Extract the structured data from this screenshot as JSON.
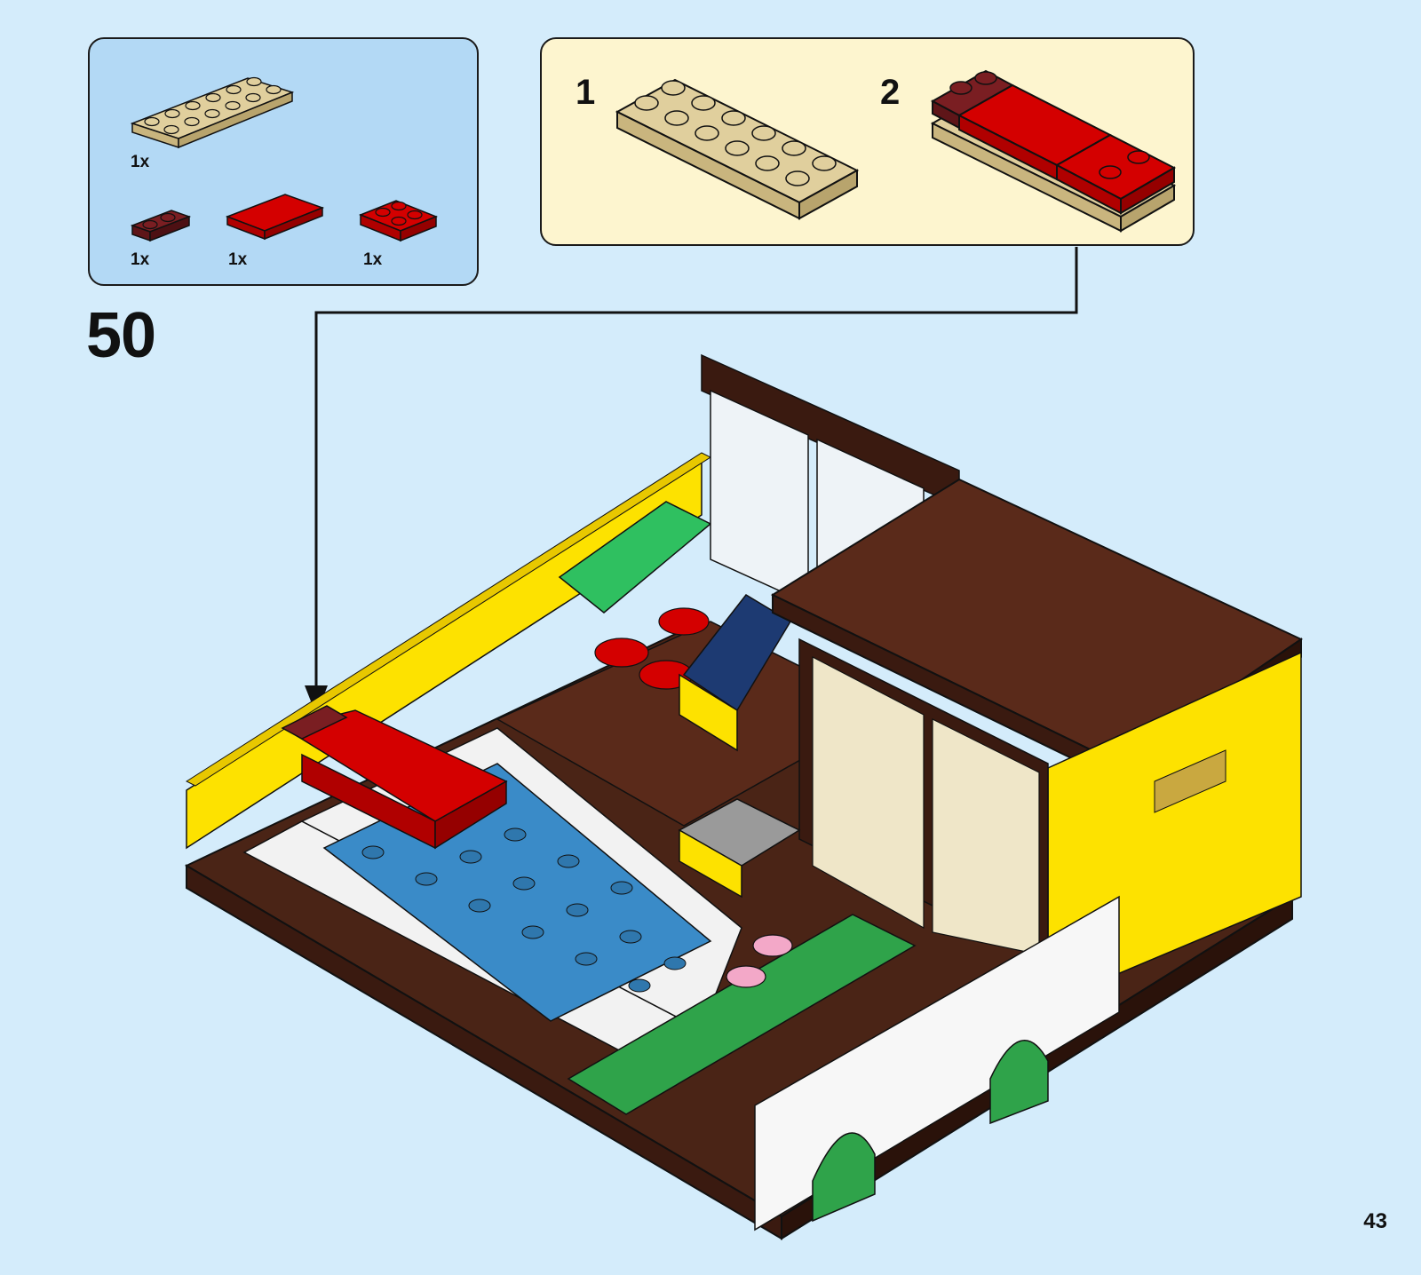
{
  "step": {
    "number": "50"
  },
  "parts_list": {
    "items": [
      {
        "name": "tan-plate-2x6-icon",
        "qty": "1x"
      },
      {
        "name": "dark-red-plate-1x2-icon",
        "qty": "1x"
      },
      {
        "name": "red-tile-2x2-icon",
        "qty": "1x"
      },
      {
        "name": "red-plate-2x2-icon",
        "qty": "1x"
      }
    ]
  },
  "sub_assembly": {
    "steps": [
      {
        "label": "1"
      },
      {
        "label": "2"
      }
    ]
  },
  "colors": {
    "page_bg": "#d4ecfb",
    "parts_bg": "#b3d9f5",
    "sub_bg": "#fdf5cf",
    "tan": "#e0cf9d",
    "red": "#d40000",
    "dark_red": "#7a1e22",
    "yellow": "#fde200",
    "brown": "#5a2a1a",
    "blue": "#3a8bc8",
    "green": "#2fa34a",
    "white": "#f2f2f2",
    "navy": "#1d3a72"
  },
  "page": {
    "number": "43"
  }
}
